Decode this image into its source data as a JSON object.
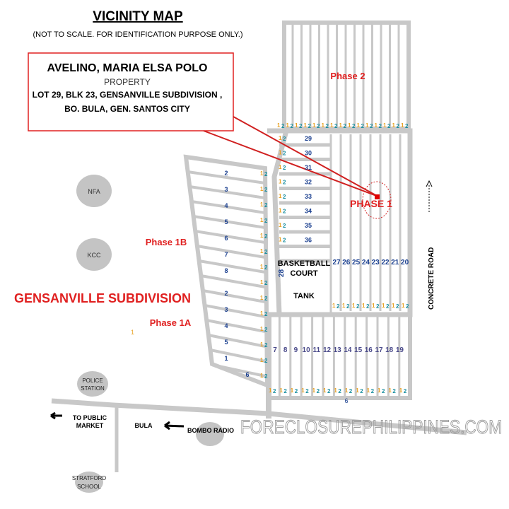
{
  "title": "VICINITY MAP",
  "subtitle": "(NOT TO SCALE. FOR IDENTIFICATION PURPOSE ONLY.)",
  "callout": {
    "owner": "AVELINO, MARIA ELSA POLO",
    "type": "PROPERTY",
    "address_1": "LOT 29, BLK 23, GENSANVILLE SUBDIVISION ,",
    "address_2": "BO. BULA,  GEN. SANTOS CITY"
  },
  "labels": {
    "subdivision": "GENSANVILLE SUBDIVISION",
    "phase_2": "Phase 2",
    "phase_1": "PHASE 1",
    "phase_1b": "Phase 1B",
    "phase_1a": "Phase 1A",
    "basketball": "BASKETBALL",
    "court": "COURT",
    "tank": "TANK",
    "concrete_road": "CONCRETE ROAD",
    "to_public": "TO PUBLIC",
    "market": "MARKET",
    "bula": "BULA",
    "watermark": "FORECLOSUREPHILIPPINES.COM",
    "lot_28": "28",
    "lot_6": "6",
    "marker_1": "1"
  },
  "landmarks": {
    "nfa": "NFA",
    "kcc": "KCC",
    "police_1": "POLICE",
    "police_2": "STATION",
    "bombo": "BOMBO RADIO",
    "stratford_1": "STRATFORD",
    "stratford_2": "SCHOOL"
  },
  "lots": {
    "block_29_36": [
      "29",
      "30",
      "31",
      "32",
      "33",
      "34",
      "35",
      "36"
    ],
    "block_27_20": [
      "27",
      "26",
      "25",
      "24",
      "23",
      "22",
      "21",
      "20"
    ],
    "block_7_19": [
      "7",
      "8",
      "9",
      "10",
      "11",
      "12",
      "13",
      "14",
      "15",
      "16",
      "17",
      "18",
      "19"
    ],
    "phase_1b": [
      "2",
      "3",
      "4",
      "5",
      "6",
      "7",
      "8"
    ],
    "phase_1a": [
      "2",
      "3",
      "4",
      "5",
      "1",
      "6"
    ]
  },
  "corner_markers": [
    "1",
    "2"
  ],
  "colors": {
    "road": "#c8c8c8",
    "accent": "#e02020",
    "lot_number": "#1a3f8f",
    "marker_1": "#e8a020",
    "marker_2": "#1a8fa0"
  }
}
